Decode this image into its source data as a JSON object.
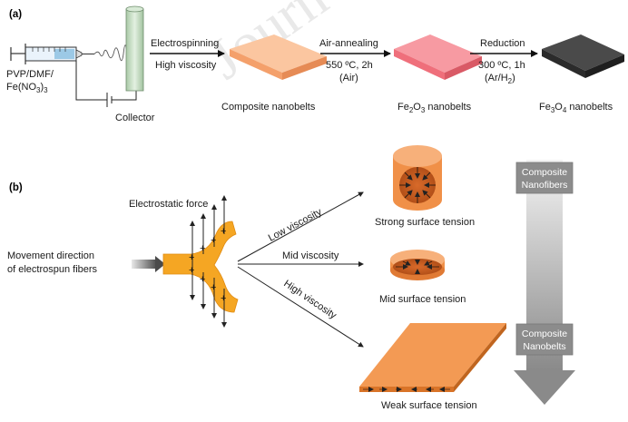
{
  "watermark": "Journ",
  "panel_a": {
    "label": "(a)",
    "solution_line1": "PVP/DMF/",
    "solution_line2_base": "Fe(NO",
    "solution_line2_sub1": "3",
    "solution_line2_mid": ")",
    "solution_line2_sub2": "3",
    "collector": "Collector",
    "step1": {
      "above": "Electrospinning",
      "below": "High viscosity"
    },
    "step2": {
      "above": "Air-annealing",
      "below1": "550 ºC, 2h",
      "below2": "(Air)"
    },
    "step3": {
      "above": "Reduction",
      "below1": "300 ºC, 1h",
      "below2_pre": "(Ar/H",
      "below2_sub": "2",
      "below2_post": ")"
    },
    "products": {
      "composite": "Composite nanobelts",
      "fe2o3_a": "Fe",
      "fe2o3_s1": "2",
      "fe2o3_b": "O",
      "fe2o3_s2": "3",
      "fe2o3_c": " nanobelts",
      "fe3o4_a": "Fe",
      "fe3o4_s1": "3",
      "fe3o4_b": "O",
      "fe3o4_s2": "4",
      "fe3o4_c": " nanobelts"
    },
    "colors": {
      "composite": "#f8ac78",
      "fe2o3": "#f2747e",
      "fe3o4": "#3a3a3a",
      "collector": "#cfe6cc"
    }
  },
  "panel_b": {
    "label": "(b)",
    "force": "Electrostatic force",
    "movement_line1": "Movement direction",
    "movement_line2": "of electrospun fibers",
    "low": "Low viscosity",
    "mid": "Mid viscosity",
    "high": "High viscosity",
    "strong": "Strong surface tension",
    "mid_tension": "Mid surface tension",
    "weak": "Weak surface tension",
    "top_box_line1": "Composite",
    "top_box_line2": "Nanofibers",
    "bottom_box_line1": "Composite",
    "bottom_box_line2": "Nanobelts",
    "colors": {
      "fiber": "#f5a623",
      "shape": "#f0883a",
      "shape_dark": "#c65a1c",
      "box": "#8c8c8c"
    }
  }
}
